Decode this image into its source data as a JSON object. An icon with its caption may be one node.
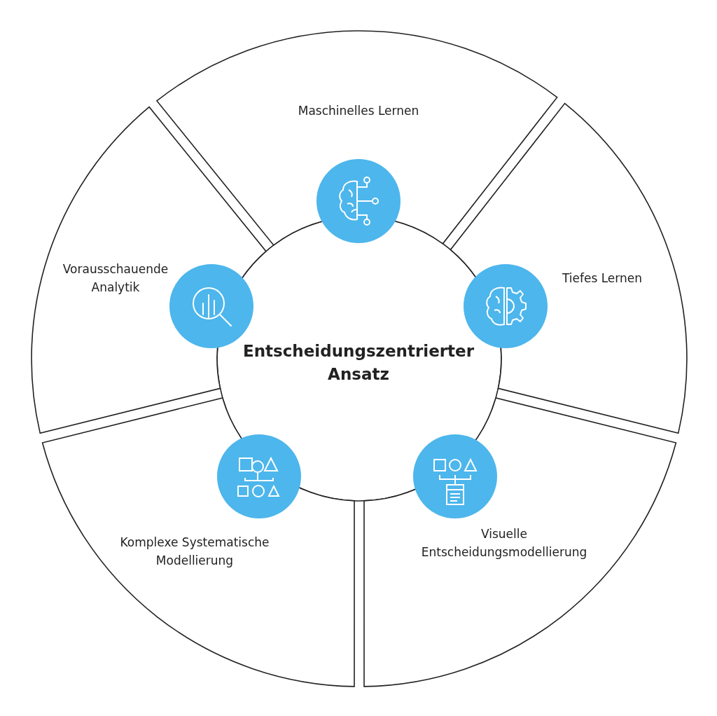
{
  "diagram": {
    "nodes": [
      {
        "text": [
          "Entscheidungszentrierter Ansatz"
        ]
      },
      {
        "text": [
          "Maschinelles Lernen"
        ]
      },
      {
        "text": [
          "Tiefes Lernen"
        ]
      },
      {
        "text": [
          "Visuelle Entscheidungsmodellierung"
        ]
      },
      {
        "text": [
          "Komplexe Systematische Modellierung"
        ]
      },
      {
        "text": [
          "Vorausschauende Analytik"
        ]
      }
    ],
    "edges": []
  }
}
